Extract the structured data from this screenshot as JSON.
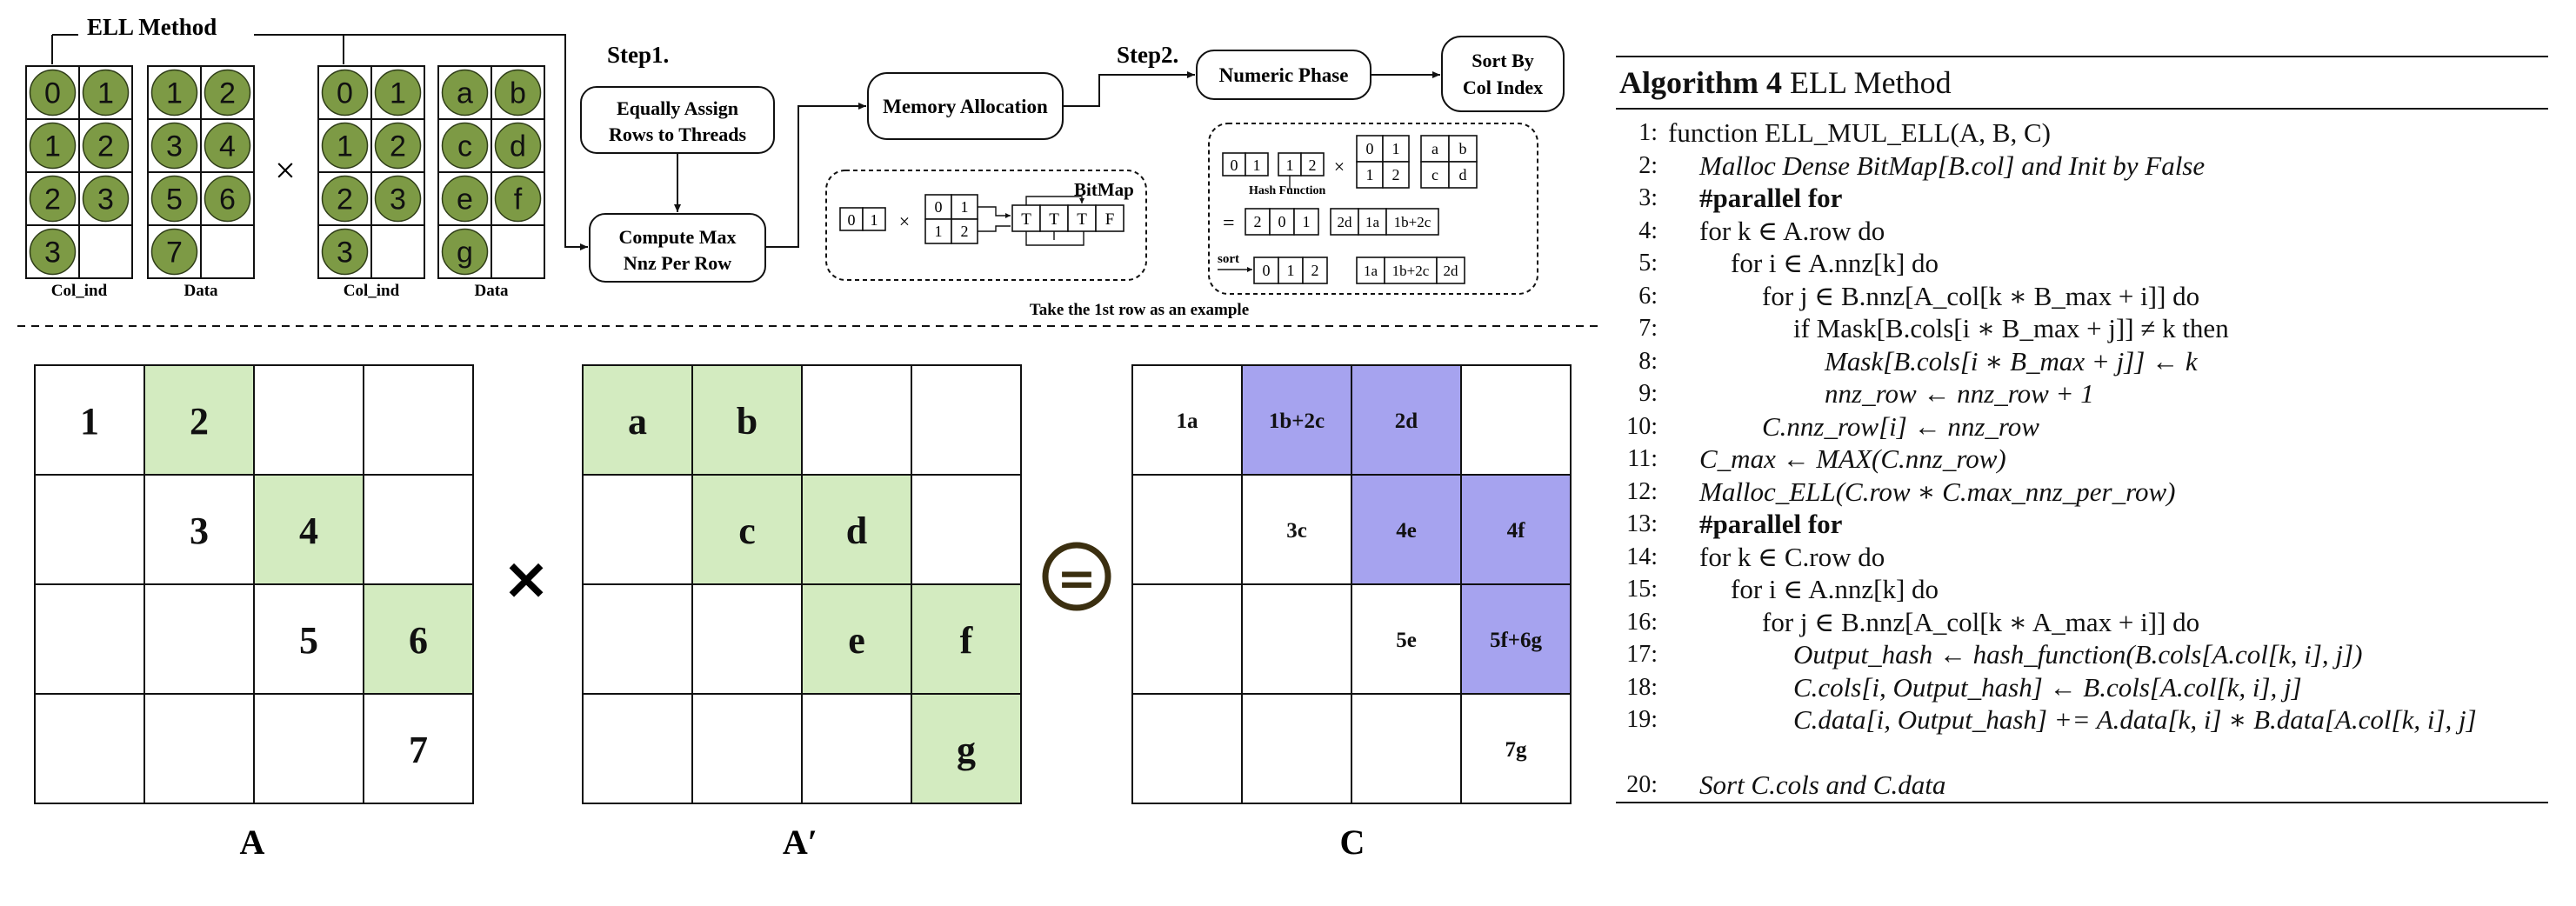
{
  "diagram": {
    "ell_title": "ELL Method",
    "step1": "Step1.",
    "step2": "Step2.",
    "assign_box": [
      "Equally Assign",
      "Rows to Threads"
    ],
    "compute_box": [
      "Compute Max",
      "Nnz Per Row"
    ],
    "memory_box": "Memory Allocation",
    "numeric_box": "Numeric Phase",
    "sort_box": [
      "Sort By",
      "Col Index"
    ],
    "bitmap_label": "BitMap",
    "bitmap_left": [
      "0",
      "1"
    ],
    "bitmap_mid": [
      [
        "0",
        "1"
      ],
      [
        "1",
        "2"
      ]
    ],
    "bitmap_bits": [
      "T",
      "T",
      "T",
      "F"
    ],
    "hash_label": "Hash Function",
    "sort_label": "sort",
    "equals_sign": "=",
    "times_sign": "×",
    "hash_row1_left": [
      "0",
      "1"
    ],
    "hash_row1_mid": [
      "1",
      "2"
    ],
    "hash_row1_rt": [
      [
        "0",
        "1"
      ],
      [
        "1",
        "2"
      ]
    ],
    "hash_row1_data": [
      [
        "a",
        "b"
      ],
      [
        "c",
        "d"
      ]
    ],
    "hash_row2_cols": [
      "2",
      "0",
      "1"
    ],
    "hash_row2_vals": [
      "2d",
      "1a",
      "1b+2c"
    ],
    "hash_row3_cols": [
      "0",
      "1",
      "2"
    ],
    "hash_row3_vals": [
      "1a",
      "1b+2c",
      "2d"
    ],
    "example_caption": "Take the 1st row as an example",
    "colind_label": "Col_ind",
    "data_label": "Data",
    "ellA_colind": [
      [
        "0",
        "1"
      ],
      [
        "1",
        "2"
      ],
      [
        "2",
        "3"
      ],
      [
        "3",
        ""
      ]
    ],
    "ellA_data": [
      [
        "1",
        "2"
      ],
      [
        "3",
        "4"
      ],
      [
        "5",
        "6"
      ],
      [
        "7",
        ""
      ]
    ],
    "ellB_colind": [
      [
        "0",
        "1"
      ],
      [
        "1",
        "2"
      ],
      [
        "2",
        "3"
      ],
      [
        "3",
        ""
      ]
    ],
    "ellB_data": [
      [
        "a",
        "b"
      ],
      [
        "c",
        "d"
      ],
      [
        "e",
        "f"
      ],
      [
        "g",
        ""
      ]
    ],
    "matrixA": [
      [
        "1",
        "2",
        "",
        ""
      ],
      [
        "",
        "3",
        "4",
        ""
      ],
      [
        "",
        "",
        "5",
        "6"
      ],
      [
        "",
        "",
        "",
        "7"
      ]
    ],
    "matrixAp": [
      [
        "a",
        "b",
        "",
        ""
      ],
      [
        "",
        "c",
        "d",
        ""
      ],
      [
        "",
        "",
        "e",
        "f"
      ],
      [
        "",
        "",
        "",
        "g"
      ]
    ],
    "matrixC": [
      [
        "1a",
        "1b+2c",
        "2d",
        ""
      ],
      [
        "",
        "3c",
        "4e",
        "4f"
      ],
      [
        "",
        "",
        "5e",
        "5f+6g"
      ],
      [
        "",
        "",
        "",
        "7g"
      ]
    ],
    "matrixA_label": "A",
    "matrixAp_label": "A′",
    "matrixC_label": "C",
    "multiply_sign": "×",
    "equal_circle_sign": "=",
    "colors": {
      "green_circle": "#7d9a45",
      "green_cell": "#d3ebc0",
      "purple_cell": "#a6a3ef",
      "equal_circle": "#3b2f10"
    }
  },
  "algorithm": {
    "label": "Algorithm 4",
    "title": "ELL Method",
    "lines": [
      {
        "num": "1:",
        "text": "function ELL_MUL_ELL(A, B, C)"
      },
      {
        "num": "2:",
        "text": "Malloc Dense BitMap[B.col] and Init by False"
      },
      {
        "num": "3:",
        "text": "#parallel for"
      },
      {
        "num": "4:",
        "text": "for k ∈ A.row do"
      },
      {
        "num": "5:",
        "text": "for i ∈ A.nnz[k] do"
      },
      {
        "num": "6:",
        "text": "for j ∈ B.nnz[A_col[k ∗ B_max + i]] do"
      },
      {
        "num": "7:",
        "text": "if Mask[B.cols[i ∗ B_max + j]] ≠ k then"
      },
      {
        "num": "8:",
        "text": "Mask[B.cols[i ∗ B_max + j]] ← k"
      },
      {
        "num": "9:",
        "text": "nnz_row ← nnz_row + 1"
      },
      {
        "num": "10:",
        "text": "C.nnz_row[i] ← nnz_row"
      },
      {
        "num": "11:",
        "text": "C_max ← MAX(C.nnz_row)"
      },
      {
        "num": "12:",
        "text": "Malloc_ELL(C.row ∗ C.max_nnz_per_row)"
      },
      {
        "num": "13:",
        "text": "#parallel for"
      },
      {
        "num": "14:",
        "text": "for k ∈ C.row do"
      },
      {
        "num": "15:",
        "text": "for i ∈ A.nnz[k] do"
      },
      {
        "num": "16:",
        "text": "for j ∈ B.nnz[A_col[k ∗ A_max + i]] do"
      },
      {
        "num": "17:",
        "text": "Output_hash ← hash_function(B.cols[A.col[k, i], j])"
      },
      {
        "num": "18:",
        "text": "C.cols[i, Output_hash] ← B.cols[A.col[k, i], j]"
      },
      {
        "num": "19:",
        "text": "C.data[i, Output_hash] += A.data[k, i] ∗ B.data[A.col[k, i], j]"
      },
      {
        "num": "20:",
        "text": "Sort C.cols and C.data"
      }
    ]
  }
}
